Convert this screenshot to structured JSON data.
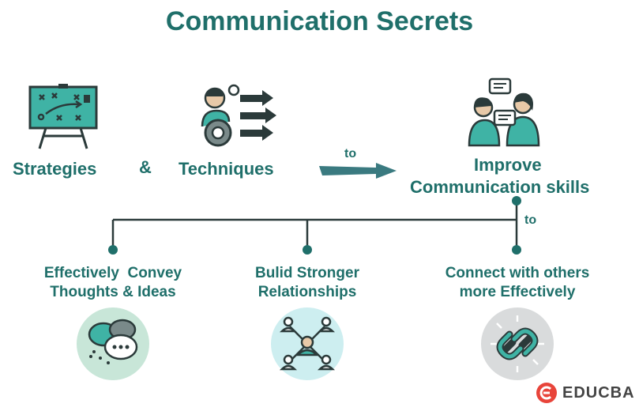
{
  "title": "Communication Secrets",
  "top": {
    "left_label": "Strategies",
    "amp": "&",
    "mid_label": "Techniques",
    "connector": "to",
    "goal": [
      "Improve",
      "Communication skills"
    ]
  },
  "branch_connector": "to",
  "outcomes": [
    {
      "line1": "Effectively  Convey",
      "line2": "Thoughts & Ideas",
      "icon": "speech-bubbles-icon"
    },
    {
      "line1": "Bulid Stronger",
      "line2": "Relationships",
      "icon": "network-people-icon"
    },
    {
      "line1": "Connect with others",
      "line2": "more Effectively",
      "icon": "chain-link-icon"
    }
  ],
  "brand": "EDUCBA",
  "colors": {
    "primary": "#1f6f6a",
    "accent_teal": "#3fb3a5",
    "dark": "#2b3a3a",
    "bubble_green": "#c8e6d8",
    "bubble_cyan": "#cdeef0",
    "bubble_gray": "#d9dbdc",
    "brand_red": "#e8443a"
  }
}
